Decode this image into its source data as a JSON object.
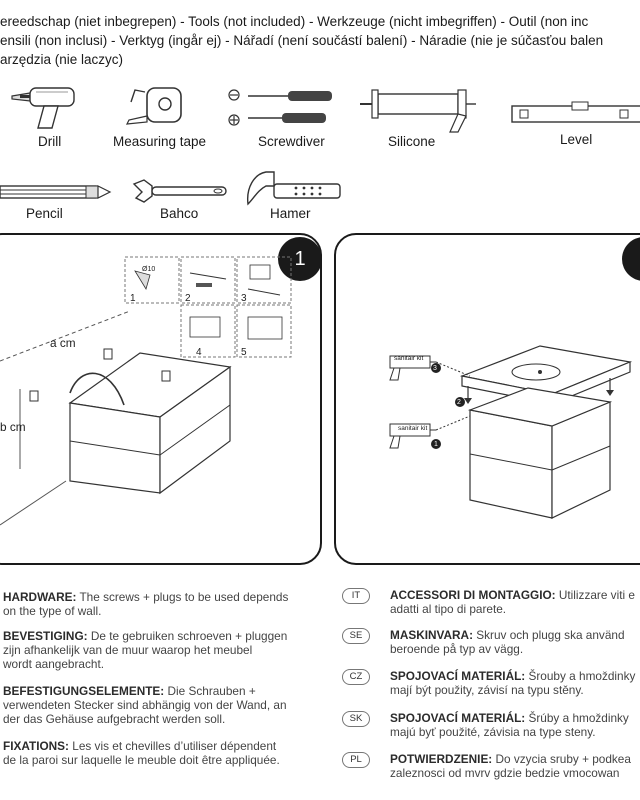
{
  "header": {
    "line1": "ereedschap (niet inbegrepen) - Tools (not included) -  Werkzeuge (nicht imbegriffen) - Outil (non inc",
    "line2": "ensili (non inclusi) - Verktyg (ingår ej) - Nářadí (není součástí balení) - Náradie (nie je súčasťou balen",
    "line3": "arzędzia (nie laczyc)"
  },
  "tools": {
    "drill": "Drill",
    "measuring_tape": "Measuring tape",
    "screwdriver": "Screwdiver",
    "silicone": "Silicone",
    "level": "Level",
    "pencil": "Pencil",
    "bahco": "Bahco",
    "hamer": "Hamer"
  },
  "step1": {
    "number": "1",
    "label_a": "a cm",
    "label_b": "b cm",
    "drill_bit": "Ø10",
    "sub_steps": [
      "1",
      "2",
      "3",
      "4",
      "5"
    ]
  },
  "step2": {
    "kit1": "sanitair kit",
    "kit2": "sanitair kit",
    "marker1": "1",
    "marker2": "2",
    "marker3": "3"
  },
  "instructions_left": [
    {
      "title": "HARDWARE:",
      "body": " The screws + plugs to be used depends",
      "line2": "on the type of wall."
    },
    {
      "title": "BEVESTIGING:",
      "body": " De te gebruiken schroeven + pluggen",
      "line2": "zijn afhankelijk van de muur waarop het meubel",
      "line3": "wordt aangebracht."
    },
    {
      "title": "BEFESTIGUNGSELEMENTE:",
      "body": " Die Schrauben +",
      "line2": "verwendeten Stecker sind abhängig von der Wand, an",
      "line3": "der das Gehäuse aufgebracht werden soll."
    },
    {
      "title": "FIXATIONS:",
      "body": " Les vis et chevilles d’utiliser dépendent",
      "line2": "de la paroi sur laquelle le meuble doit être appliquée."
    }
  ],
  "instructions_right": [
    {
      "code": "IT",
      "title": "ACCESSORI DI MONTAGGIO:",
      "body": " Utilizzare viti e",
      "line2": "adatti al tipo di parete."
    },
    {
      "code": "SE",
      "title": "MASKINVARA:",
      "body": " Skruv och plugg ska använd",
      "line2": "beroende på typ av vägg."
    },
    {
      "code": "CZ",
      "title": "SPOJOVACÍ MATERIÁL:",
      "body": " Šrouby a hmoždinky",
      "line2": "mají být použity, závisí na typu stěny."
    },
    {
      "code": "SK",
      "title": "SPOJOVACÍ MATERIÁL:",
      "body": " Šrúby a hmoždinky",
      "line2": "majú byť použité, závisia na type steny."
    },
    {
      "code": "PL",
      "title": "POTWIERDZENIE:",
      "body": " Do vzycia sruby + podkea",
      "line2": "zaleznosci od mvrv gdzie bedzie vmocowan"
    }
  ]
}
